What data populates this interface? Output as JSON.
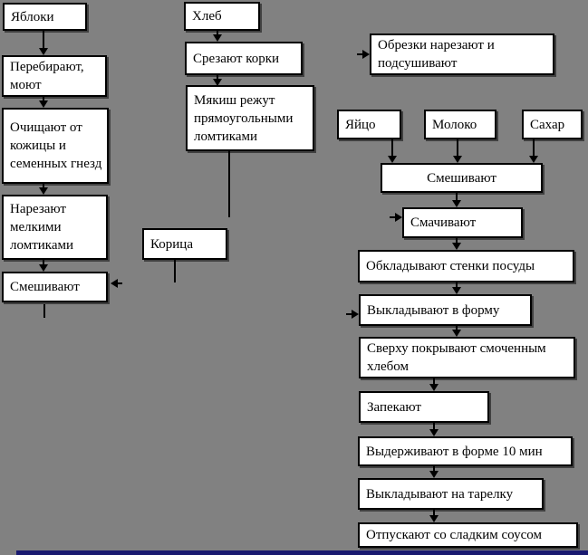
{
  "colors": {
    "background": "#818181",
    "box_fill": "#ffffff",
    "box_border": "#000000",
    "box_shadow": "#404040",
    "bottom_bar": "#191970"
  },
  "nodes": {
    "apples": "Яблоки",
    "sort_wash": "Перебирают, моют",
    "peel": "Очищают от кожицы и семенных гнезд",
    "slice": "Нарезают мелкими ломтиками",
    "mix_left": "Смешивают",
    "bread": "Хлеб",
    "cut_crusts": "Срезают корки",
    "crumb": "Мякиш режут прямоугольными ломтиками",
    "cinnamon": "Корица",
    "trimmings": "Обрезки нарезают и подсушивают",
    "egg": "Яйцо",
    "milk": "Молоко",
    "sugar": "Сахар",
    "mix_right": "Смешивают",
    "moisten": "Смачивают",
    "line_walls": "Обкладывают стенки посуды",
    "put_in_mold": "Выкладывают в форму",
    "cover_top": "Сверху покрывают смоченным хлебом",
    "bake": "Запекают",
    "hold_in_mold": "Выдерживают в форме 10 мин",
    "plate": "Выкладывают на тарелку",
    "serve": "Отпускают со сладким соусом"
  }
}
